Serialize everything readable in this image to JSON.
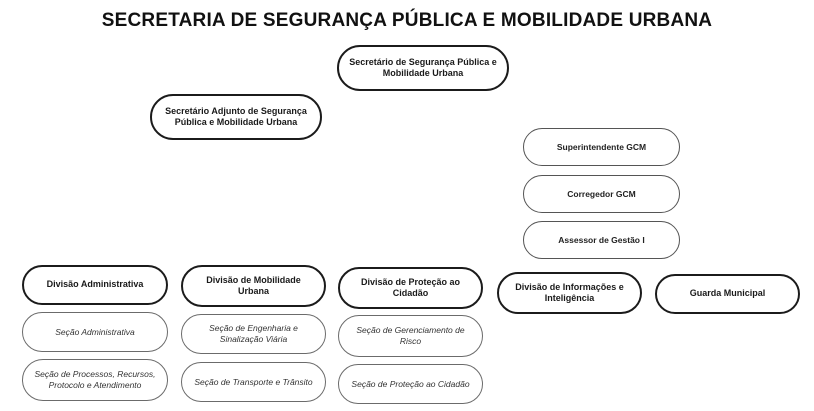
{
  "title": "SECRETARIA DE SEGURANÇA PÚBLICA E MOBILIDADE URBANA",
  "top": {
    "secretario": "Secretário de Segurança Pública e Mobilidade Urbana",
    "adjunto": "Secretário Adjunto de Segurança Pública e Mobilidade Urbana"
  },
  "gcm_stack": {
    "superintendente": "Superintendente GCM",
    "corregedor": "Corregedor GCM",
    "assessor": "Assessor de Gestão I"
  },
  "divisions": {
    "administrativa": {
      "label": "Divisão Administrativa",
      "sections": [
        "Seção Administrativa",
        "Seção de Processos, Recursos, Protocolo e Atendimento"
      ]
    },
    "mobilidade": {
      "label": "Divisão de Mobilidade Urbana",
      "sections": [
        "Seção de Engenharia e Sinalização Viária",
        "Seção de Transporte e Trânsito"
      ]
    },
    "protecao": {
      "label": "Divisão de Proteção ao Cidadão",
      "sections": [
        "Seção de Gerenciamento de Risco",
        "Seção de Proteção ao Cidadão"
      ]
    },
    "informacoes": {
      "label": "Divisão de Informações e Inteligência"
    },
    "guarda": {
      "label": "Guarda Municipal"
    }
  }
}
